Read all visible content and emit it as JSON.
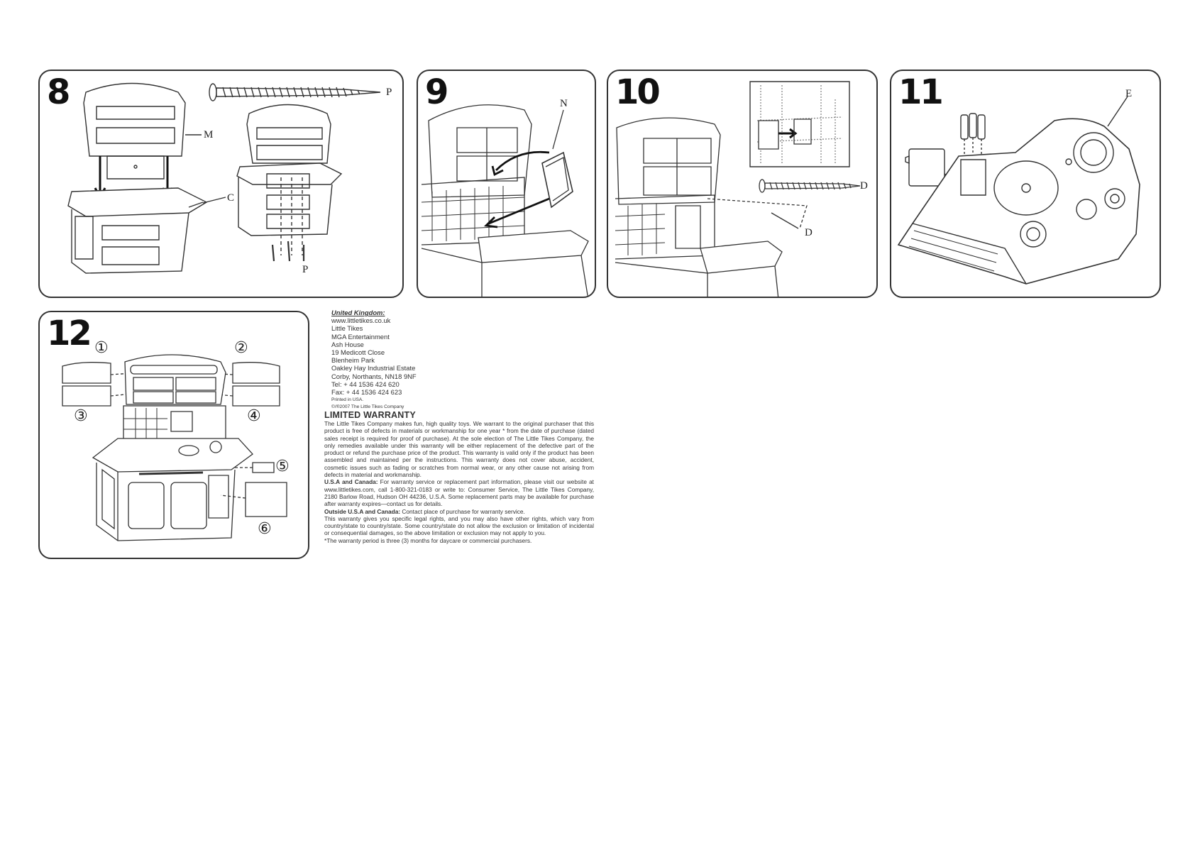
{
  "steps": [
    {
      "number": "8",
      "callouts": [
        "P",
        "M",
        "C",
        "P"
      ]
    },
    {
      "number": "9",
      "callouts": [
        "N"
      ]
    },
    {
      "number": "10",
      "callouts": [
        "D",
        "D"
      ]
    },
    {
      "number": "11",
      "callouts": [
        "E"
      ]
    },
    {
      "number": "12",
      "callouts": [
        "①",
        "②",
        "③",
        "④",
        "⑤",
        "⑥"
      ]
    }
  ],
  "contact": {
    "heading": "United Kingdom:",
    "lines": [
      "www.littletikes.co.uk",
      "Little Tikes",
      "MGA Entertainment",
      "Ash House",
      "19 Medicott Close",
      "Blenheim Park",
      "Oakley Hay Industrial Estate",
      "Corby, Northants, NN18 9NF",
      "Tel: + 44 1536 424 620",
      "Fax: + 44 1536 424 623"
    ],
    "printed": [
      "Printed in USA.",
      "©/®2007 The Little Tikes Company"
    ]
  },
  "warranty": {
    "title": "LIMITED WARRANTY",
    "paragraph1": "The Little Tikes Company makes fun, high quality toys. We warrant to the original purchaser that this product is free of defects in materials or workmanship for one year * from the date of purchase (dated sales receipt is required for proof of purchase). At the sole election of The Little Tikes Company, the only remedies available under this warranty will be either replacement of the defective part of the product or refund the purchase price of the product. This warranty is valid only if the product has been assembled and maintained per the instructions. This warranty does not cover abuse, accident, cosmetic issues such as fading or scratches from normal wear, or any other cause not arising from defects in material and workmanship.",
    "us_label": "U.S.A and Canada:",
    "us_text": " For warranty service or replacement part information, please visit our website at www.littletikes.com, call 1-800-321-0183 or write to: Consumer Service, The Little Tikes Company, 2180 Barlow Road, Hudson OH 44236, U.S.A. Some replacement parts may be available for purchase after warranty expires—contact us for details.",
    "outside_label": "Outside U.S.A and Canada:",
    "outside_text": " Contact place of purchase for warranty service.",
    "paragraph3": "This warranty gives you specific legal rights, and you may also have other rights, which vary from country/state to country/state. Some country/state do not allow the exclusion or limitation of incidental or consequential damages, so the above limitation or exclusion may not apply to you.",
    "footnote": "*The warranty period is three (3) months for daycare or commercial purchasers."
  }
}
